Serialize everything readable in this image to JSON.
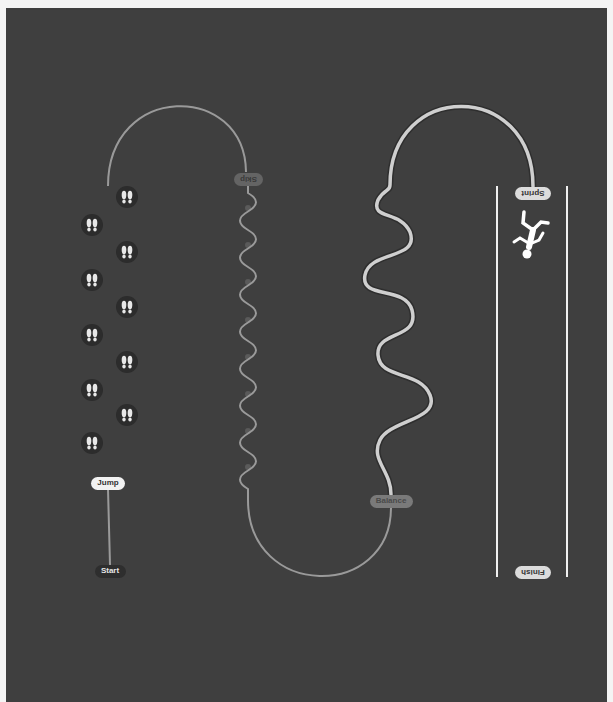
{
  "diagram": {
    "nodes": [
      {
        "text": [
          "Start"
        ]
      },
      {
        "text": [
          "Jump"
        ]
      },
      {
        "text": [
          "Skip"
        ]
      },
      {
        "text": [
          "Balance"
        ]
      },
      {
        "text": [
          "Sprint"
        ]
      },
      {
        "text": [
          "Finish"
        ]
      }
    ],
    "edges": [
      {
        "from": 0,
        "to": 1,
        "arrow": "none"
      },
      {
        "from": 2,
        "to": 3,
        "arrow": "none"
      },
      {
        "from": 3,
        "to": 4,
        "arrow": "none"
      }
    ]
  }
}
